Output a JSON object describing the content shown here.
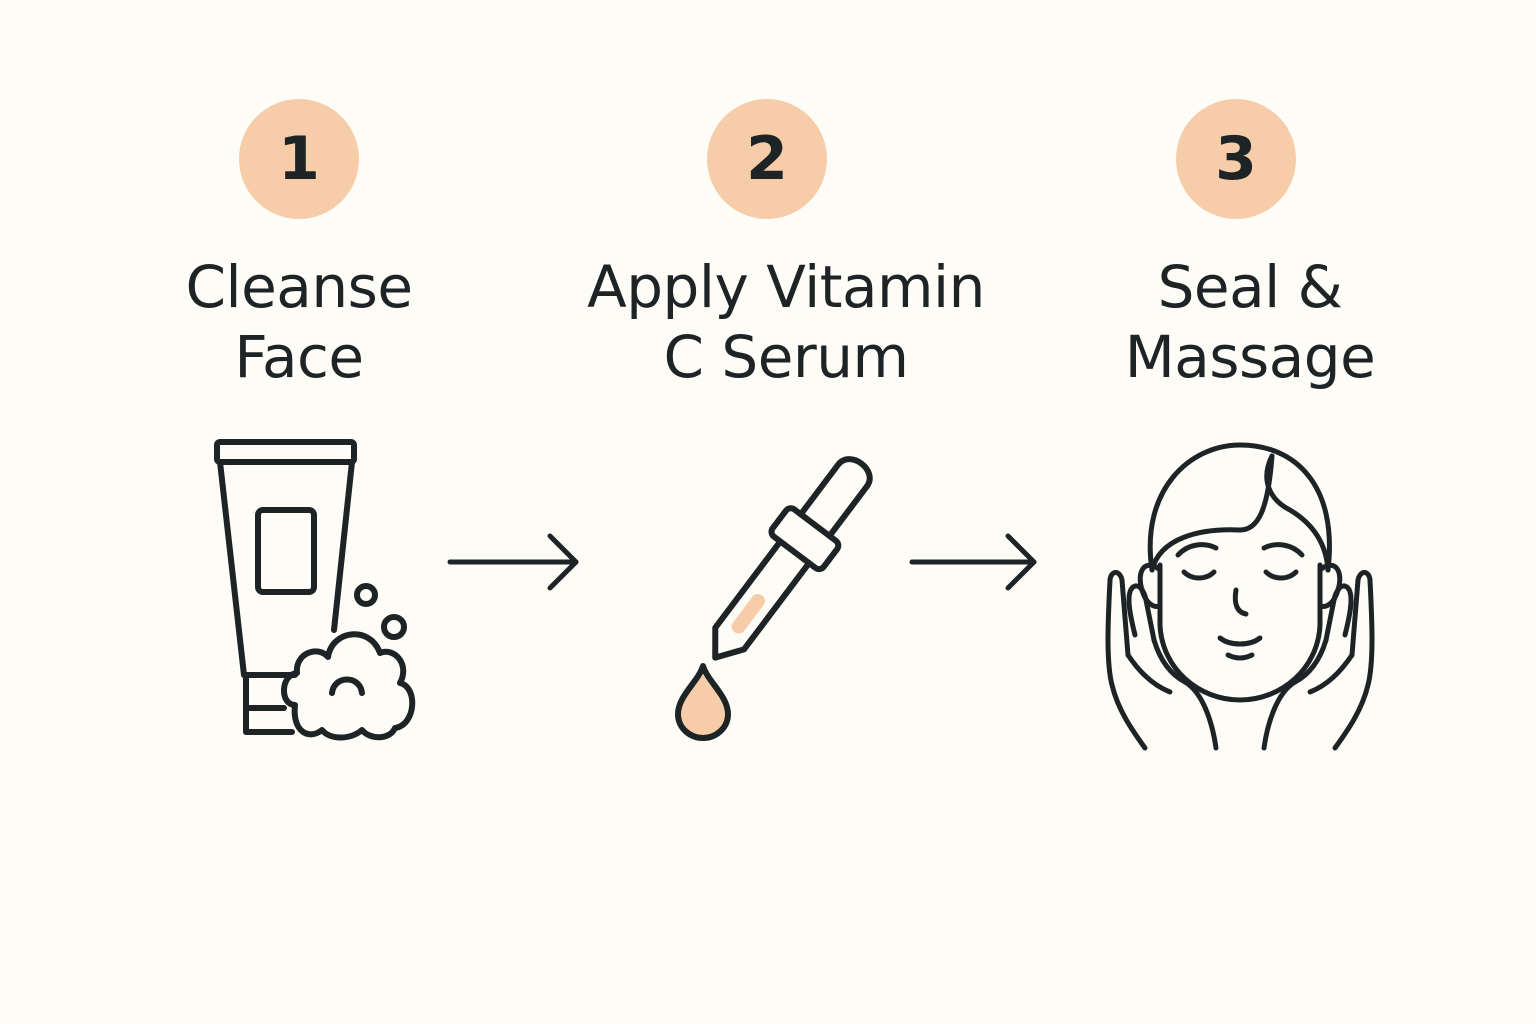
{
  "steps": [
    {
      "number": "1",
      "title_line1": "Cleanse",
      "title_line2": "Face",
      "icon": "cleanser-tube-with-foam-icon"
    },
    {
      "number": "2",
      "title_line1": "Apply Vitamin",
      "title_line2": "C Serum",
      "icon": "serum-dropper-icon"
    },
    {
      "number": "3",
      "title_line1": "Seal &",
      "title_line2": "Massage",
      "icon": "face-massage-hands-icon"
    }
  ],
  "colors": {
    "background": "#FDFCF7",
    "badge": "#F6CDA8",
    "accent": "#F6CDA8",
    "ink": "#1E2326"
  }
}
